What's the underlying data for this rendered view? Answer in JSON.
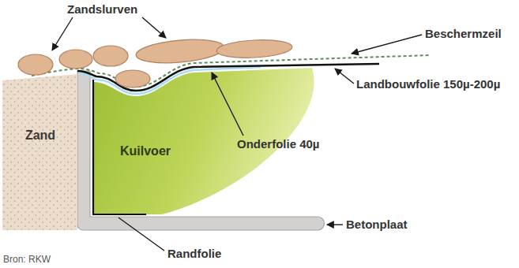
{
  "diagram": {
    "caption": "Bron: RKW",
    "nodes": [
      {
        "text": [
          "Zand"
        ]
      },
      {
        "text": [
          "Kuilvoer"
        ]
      }
    ],
    "labels": [
      "Zandslurven",
      "Beschermzeil",
      "Landbouwfolie 150µ-200µ",
      "Onderfolie 40µ",
      "Betonplaat",
      "Randfolie"
    ]
  }
}
